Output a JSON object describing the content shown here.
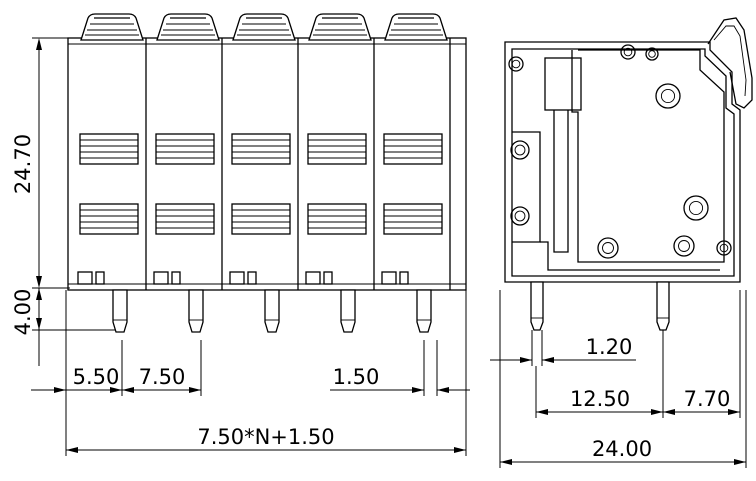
{
  "front_view": {
    "dims": {
      "height_body": "24.70",
      "height_pin": "4.00",
      "offset_first_pin": "5.50",
      "pitch": "7.50",
      "pin_width": "1.50",
      "total_length": "7.50*N+1.50"
    }
  },
  "side_view": {
    "dims": {
      "pin_thickness": "1.20",
      "pin_spacing": "12.50",
      "rear_offset": "7.70",
      "total_depth": "24.00"
    }
  }
}
